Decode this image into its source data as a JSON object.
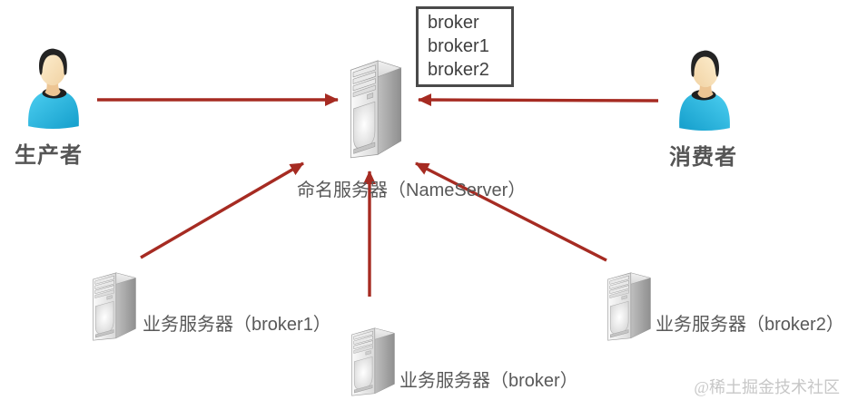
{
  "broker_list_box": {
    "lines": [
      "broker",
      "broker1",
      "broker2"
    ]
  },
  "nodes": {
    "producer": {
      "label": "生产者",
      "icon": "person-icon"
    },
    "consumer": {
      "label": "消费者",
      "icon": "person-icon"
    },
    "nameserver": {
      "label": "命名服务器（NameServer）",
      "icon": "server-icon"
    },
    "broker1": {
      "label": "业务服务器（broker1）",
      "icon": "server-icon"
    },
    "broker": {
      "label": "业务服务器（broker）",
      "icon": "server-icon"
    },
    "broker2": {
      "label": "业务服务器（broker2）",
      "icon": "server-icon"
    }
  },
  "edges": [
    {
      "name": "producer-to-nameserver",
      "from": "producer",
      "to": "nameserver"
    },
    {
      "name": "consumer-to-nameserver",
      "from": "consumer",
      "to": "nameserver"
    },
    {
      "name": "broker1-to-nameserver",
      "from": "broker1",
      "to": "nameserver"
    },
    {
      "name": "broker-to-nameserver",
      "from": "broker",
      "to": "nameserver"
    },
    {
      "name": "broker2-to-nameserver",
      "from": "broker2",
      "to": "nameserver"
    }
  ],
  "watermark": "@稀土掘金技术社区",
  "colors": {
    "arrow": "#a62b22",
    "box_border": "#4a4a4a",
    "label_text": "#595959",
    "bold_label_text": "#555555",
    "box_text": "#3f3f3f",
    "shirt_teal": "#2fb9dd",
    "watermark": "#c7c7c7",
    "background": "#ffffff"
  }
}
